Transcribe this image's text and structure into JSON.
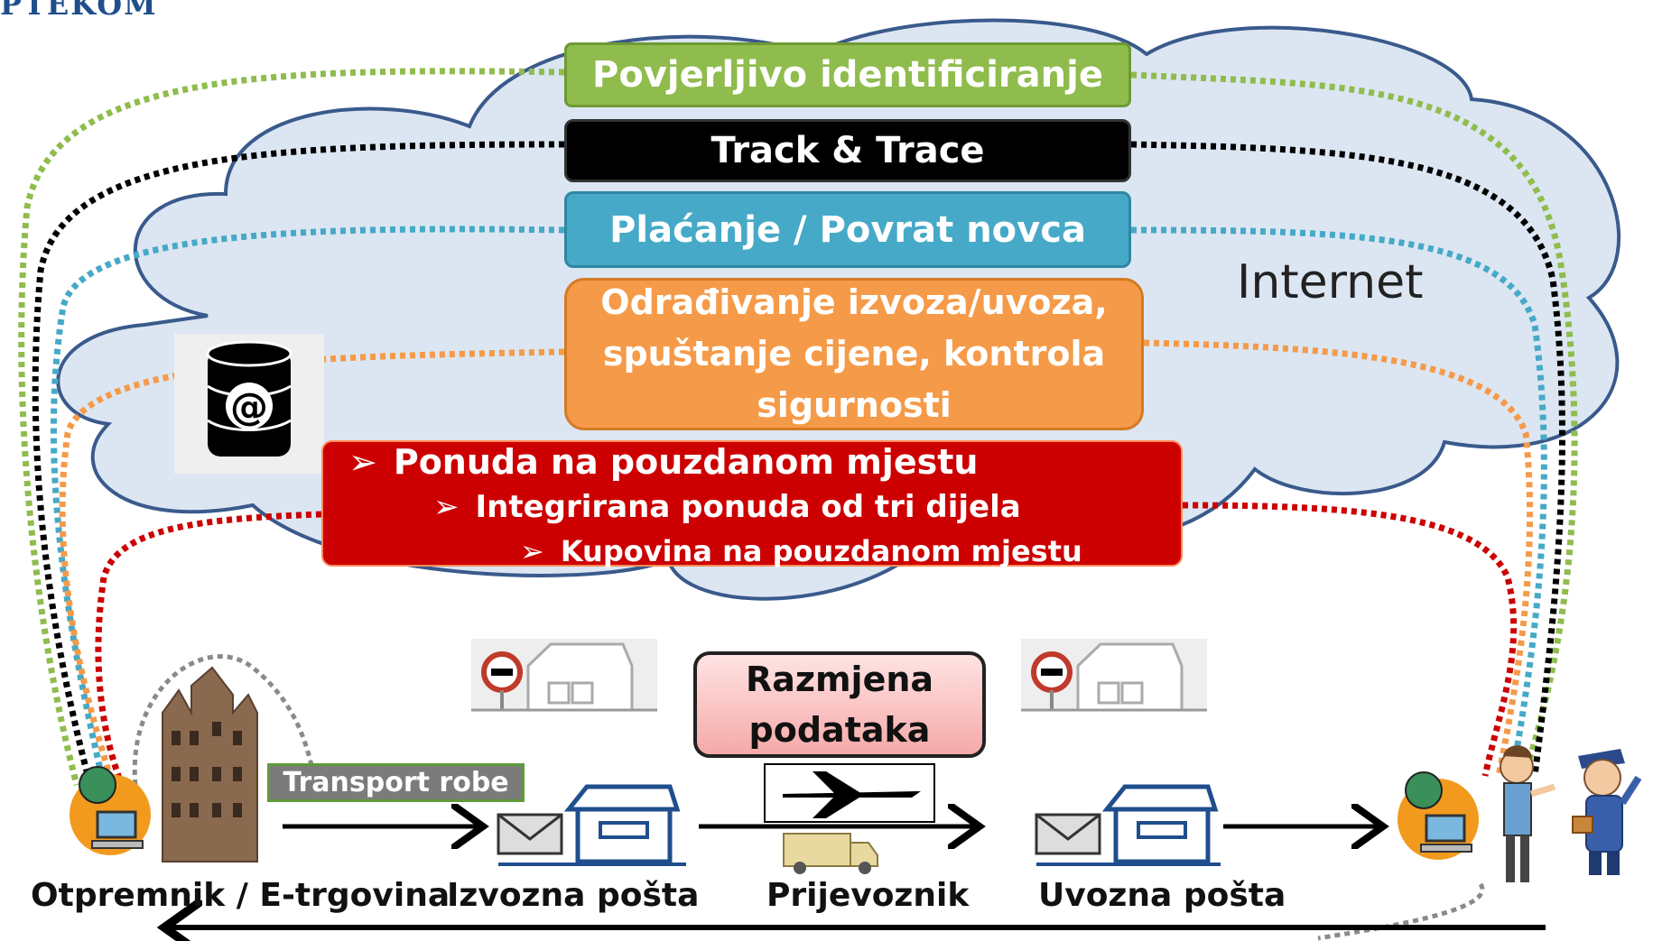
{
  "logo": {
    "text": "PTEKOM"
  },
  "cloud": {
    "label": "Internet"
  },
  "services": {
    "identification": "Povjerljivo identificiranje",
    "tracking": "Track & Trace",
    "payment": "Plaćanje / Povrat novca",
    "customs": "Odrađivanje izvoza/uvoza,\nspuštanje cijene, kontrola\nsigurnosti"
  },
  "marketplace": {
    "level1": "Ponuda na pouzdanom mjestu",
    "level2": "Integrirana ponuda od tri dijela",
    "level3": "Kupovina na pouzdanom mjestu"
  },
  "data_exchange": {
    "label": "Razmjena\npodataka"
  },
  "transport_label": "Transport robe",
  "actors": {
    "sender": "Otpremnik / E-trgovina",
    "export_post": "Izvozna pošta",
    "carrier": "Prijevoznik",
    "import_post": "Uvozna pošta"
  },
  "colors": {
    "green": "#8fbc4d",
    "black": "#000000",
    "blue": "#46a9c7",
    "orange": "#f59a48",
    "red": "#cc0000",
    "cloud": "#dce6f2",
    "cloud_border": "#3a5a8c"
  },
  "icons": {
    "database": "database-at-icon",
    "customs_office": "customs-office-icon",
    "envelope": "envelope-icon",
    "post_office": "post-office-icon",
    "airplane": "airplane-icon",
    "truck": "truck-icon",
    "computer_globe": "computer-globe-icon",
    "building": "building-icon",
    "customer": "customer-icon",
    "postman": "postman-icon"
  }
}
